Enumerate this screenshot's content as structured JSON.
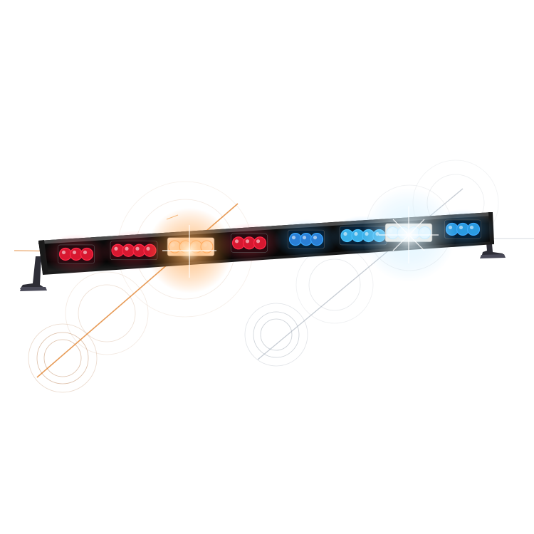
{
  "image": {
    "subject": "led-light-bar",
    "background_color": "#ffffff",
    "bar_housing_color": "#111111",
    "bracket_color": "#3a3a44",
    "modules": [
      {
        "color": "red",
        "lens": "#d81830",
        "glow": "#ff2a48",
        "led_count": 3
      },
      {
        "color": "red",
        "lens": "#d81830",
        "glow": "#ff2a48",
        "led_count": 4
      },
      {
        "color": "white",
        "lens": "#fff4e6",
        "glow": "#ffb070",
        "led_count": 4,
        "flashing": true
      },
      {
        "color": "red",
        "lens": "#d81830",
        "glow": "#ff2a48",
        "led_count": 3
      },
      {
        "color": "blue",
        "lens": "#2a7fd6",
        "glow": "#3aa8ff",
        "led_count": 3
      },
      {
        "color": "blue",
        "lens": "#3ab0e8",
        "glow": "#4cc4ff",
        "led_count": 4
      },
      {
        "color": "white",
        "lens": "#f4fbff",
        "glow": "#bfe8ff",
        "led_count": 4,
        "flashing": true
      },
      {
        "color": "blue",
        "lens": "#2a9ae0",
        "glow": "#3aa8ff",
        "led_count": 3
      }
    ],
    "flare_colors": {
      "warm": "#e07a20",
      "cool": "#9aa4b0"
    }
  }
}
